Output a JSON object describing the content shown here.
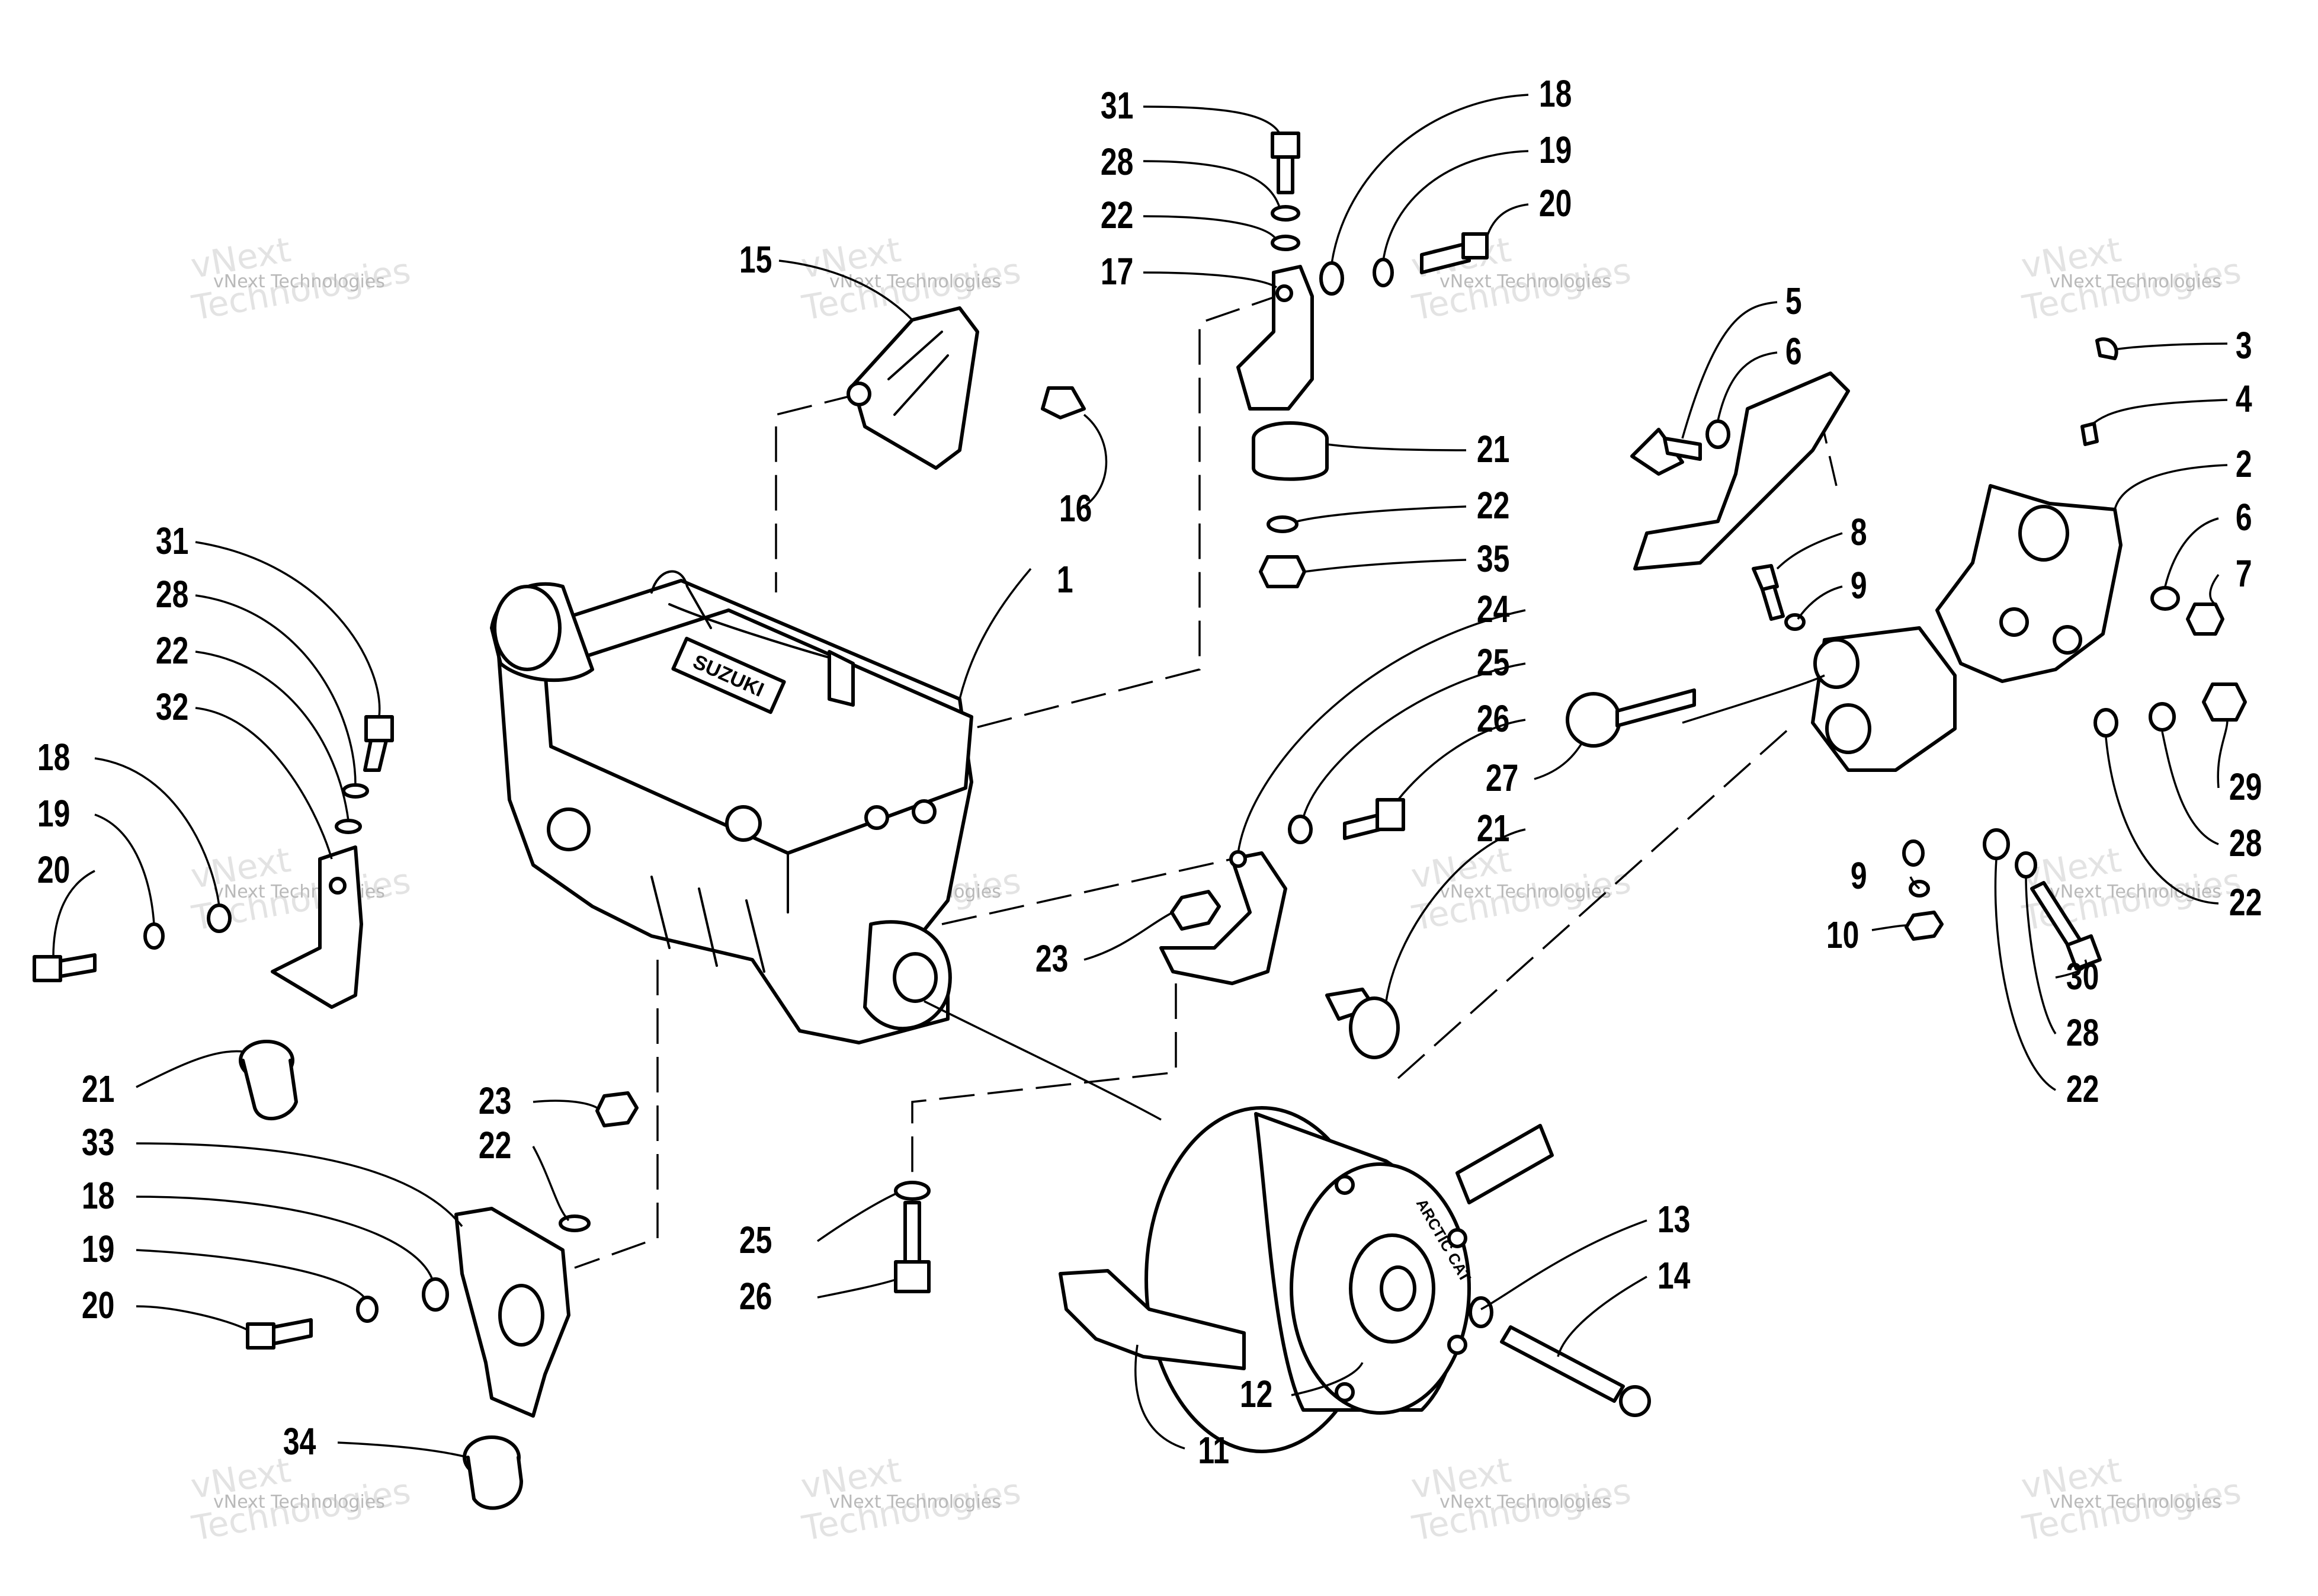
{
  "watermark": {
    "line1": "vNext",
    "line2": "vNext Technologies",
    "line3": "Technologies"
  },
  "callouts": [
    {
      "n": "1"
    },
    {
      "n": "2"
    },
    {
      "n": "3"
    },
    {
      "n": "4"
    },
    {
      "n": "5"
    },
    {
      "n": "6"
    },
    {
      "n": "6"
    },
    {
      "n": "7"
    },
    {
      "n": "8"
    },
    {
      "n": "9"
    },
    {
      "n": "9"
    },
    {
      "n": "10"
    },
    {
      "n": "11"
    },
    {
      "n": "12"
    },
    {
      "n": "13"
    },
    {
      "n": "14"
    },
    {
      "n": "15"
    },
    {
      "n": "16"
    },
    {
      "n": "17"
    },
    {
      "n": "18"
    },
    {
      "n": "18"
    },
    {
      "n": "18"
    },
    {
      "n": "19"
    },
    {
      "n": "19"
    },
    {
      "n": "19"
    },
    {
      "n": "20"
    },
    {
      "n": "20"
    },
    {
      "n": "20"
    },
    {
      "n": "21"
    },
    {
      "n": "21"
    },
    {
      "n": "21"
    },
    {
      "n": "22"
    },
    {
      "n": "22"
    },
    {
      "n": "22"
    },
    {
      "n": "22"
    },
    {
      "n": "22"
    },
    {
      "n": "22"
    },
    {
      "n": "23"
    },
    {
      "n": "23"
    },
    {
      "n": "24"
    },
    {
      "n": "25"
    },
    {
      "n": "25"
    },
    {
      "n": "26"
    },
    {
      "n": "26"
    },
    {
      "n": "27"
    },
    {
      "n": "28"
    },
    {
      "n": "28"
    },
    {
      "n": "28"
    },
    {
      "n": "28"
    },
    {
      "n": "29"
    },
    {
      "n": "30"
    },
    {
      "n": "31"
    },
    {
      "n": "31"
    },
    {
      "n": "32"
    },
    {
      "n": "33"
    },
    {
      "n": "34"
    },
    {
      "n": "35"
    }
  ],
  "engine_brand": "SUZUKI",
  "clutch_brand": "ARCTIC CAT"
}
